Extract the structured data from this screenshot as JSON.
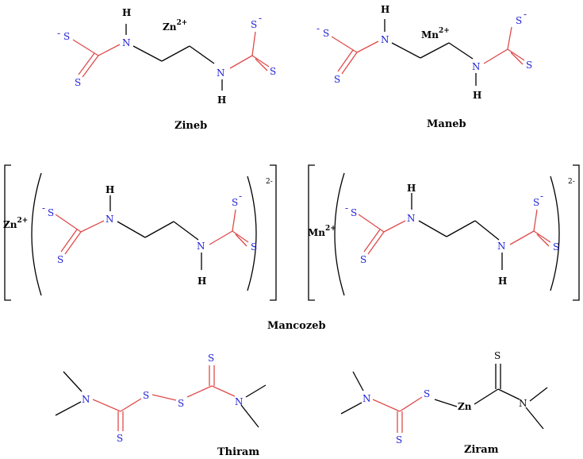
{
  "colors": {
    "sulfur": "#1f1fd6",
    "nitrogen": "#1f1fd6",
    "cs_bond": "#e04a4a",
    "bond": "#000000",
    "hydrogen": "#000000"
  },
  "labels": {
    "zineb": "Zineb",
    "maneb": "Maneb",
    "mancozeb": "Mancozeb",
    "thiram": "Thiram",
    "ziram": "Ziram"
  },
  "atoms": {
    "zn": "Zn",
    "mn": "Mn",
    "charge_2plus": "2+",
    "charge_2minus": "2-",
    "s": "S",
    "n": "N",
    "h": "H",
    "minus": "-"
  }
}
